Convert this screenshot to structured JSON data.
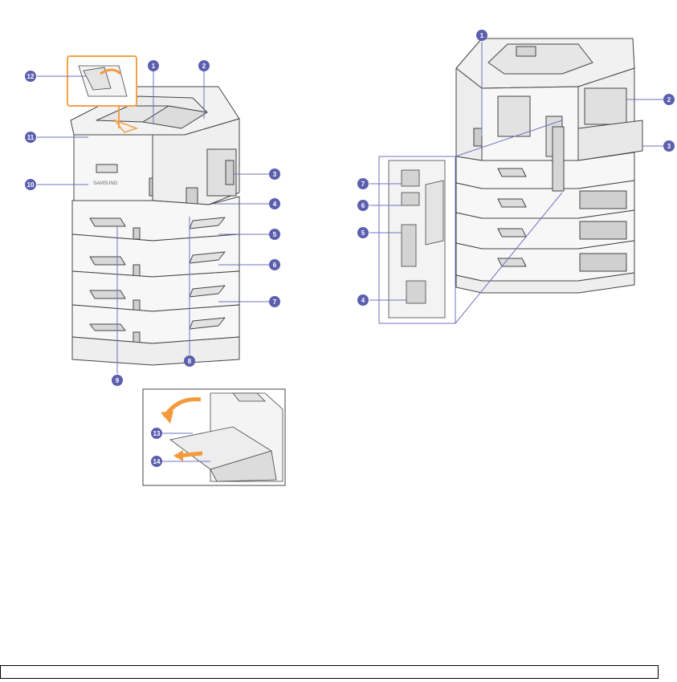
{
  "colors": {
    "callout_fill": "#5b5fae",
    "callout_line": "#6f73bd",
    "inset_border": "#f3a14a",
    "arrow": "#f39a3c",
    "body": "#f7f7f7",
    "outline": "#444444",
    "shade": "#d8d8d8"
  },
  "front_view": {
    "callouts": [
      {
        "num": "1"
      },
      {
        "num": "2"
      },
      {
        "num": "3"
      },
      {
        "num": "4"
      },
      {
        "num": "5"
      },
      {
        "num": "6"
      },
      {
        "num": "7"
      },
      {
        "num": "8"
      },
      {
        "num": "9"
      },
      {
        "num": "10"
      },
      {
        "num": "11"
      },
      {
        "num": "12"
      }
    ],
    "logo": "SAMSUNG"
  },
  "mp_tray_inset": {
    "callouts": [
      {
        "num": "13"
      },
      {
        "num": "14"
      }
    ]
  },
  "rear_view": {
    "callouts": [
      {
        "num": "1"
      },
      {
        "num": "2"
      },
      {
        "num": "3"
      },
      {
        "num": "7"
      },
      {
        "num": "6"
      },
      {
        "num": "5"
      },
      {
        "num": "4"
      }
    ]
  }
}
